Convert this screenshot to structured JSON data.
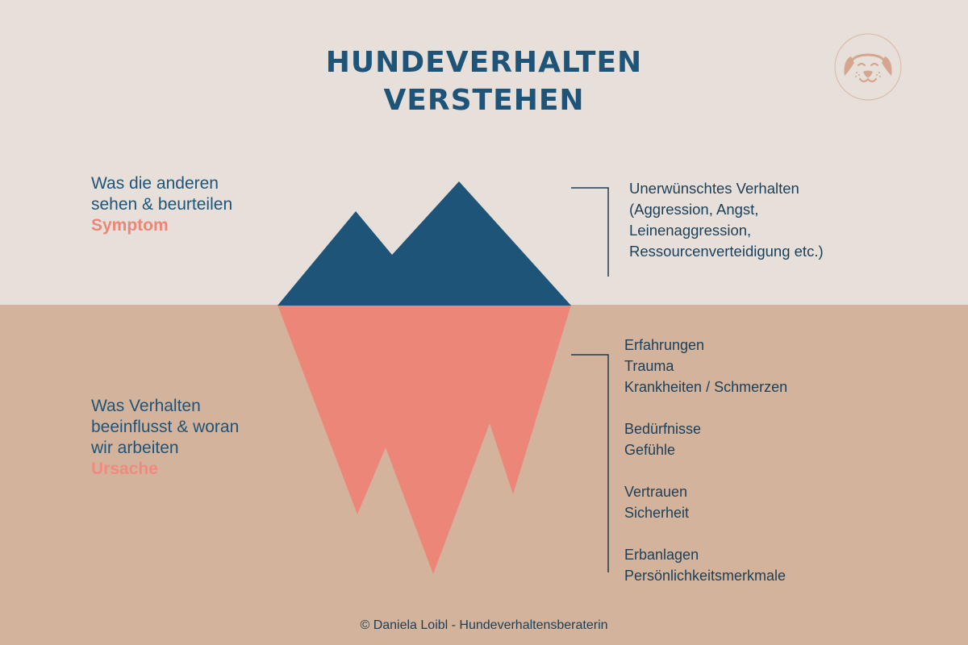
{
  "title": {
    "line1": "HUNDEVERHALTEN",
    "line2": "VERSTEHEN"
  },
  "logo": {
    "icon": "dog-face-icon"
  },
  "above_water": {
    "label_lines": [
      "Was die anderen",
      "sehen & beurteilen"
    ],
    "accent": "Symptom",
    "items": [
      "Unerwünschtes Verhalten",
      "(Aggression, Angst,",
      "Leinenaggression,",
      "Ressourcenverteidigung etc.)"
    ]
  },
  "below_water": {
    "label_lines": [
      "Was Verhalten",
      "beeinflusst & woran",
      "wir arbeiten"
    ],
    "accent": "Ursache",
    "groups": [
      [
        "Erfahrungen",
        "Trauma",
        "Krankheiten / Schmerzen"
      ],
      [
        "Bedürfnisse",
        "Gefühle"
      ],
      [
        "Vertrauen",
        "Sicherheit"
      ],
      [
        "Erbanlagen",
        "Persönlichkeitsmerkmale"
      ]
    ]
  },
  "footer": {
    "text": "© Daniela Loibl - Hundeverhaltensberaterin"
  },
  "colors": {
    "sky": "#e7e0da",
    "sea": "#d3b39b",
    "iceberg_top": "#1e5478",
    "iceberg_bottom": "#ec8678",
    "text_primary": "#1e5478",
    "text_dark": "#1c3f57",
    "accent": "#ec8678",
    "logo": "#d4a58f"
  }
}
